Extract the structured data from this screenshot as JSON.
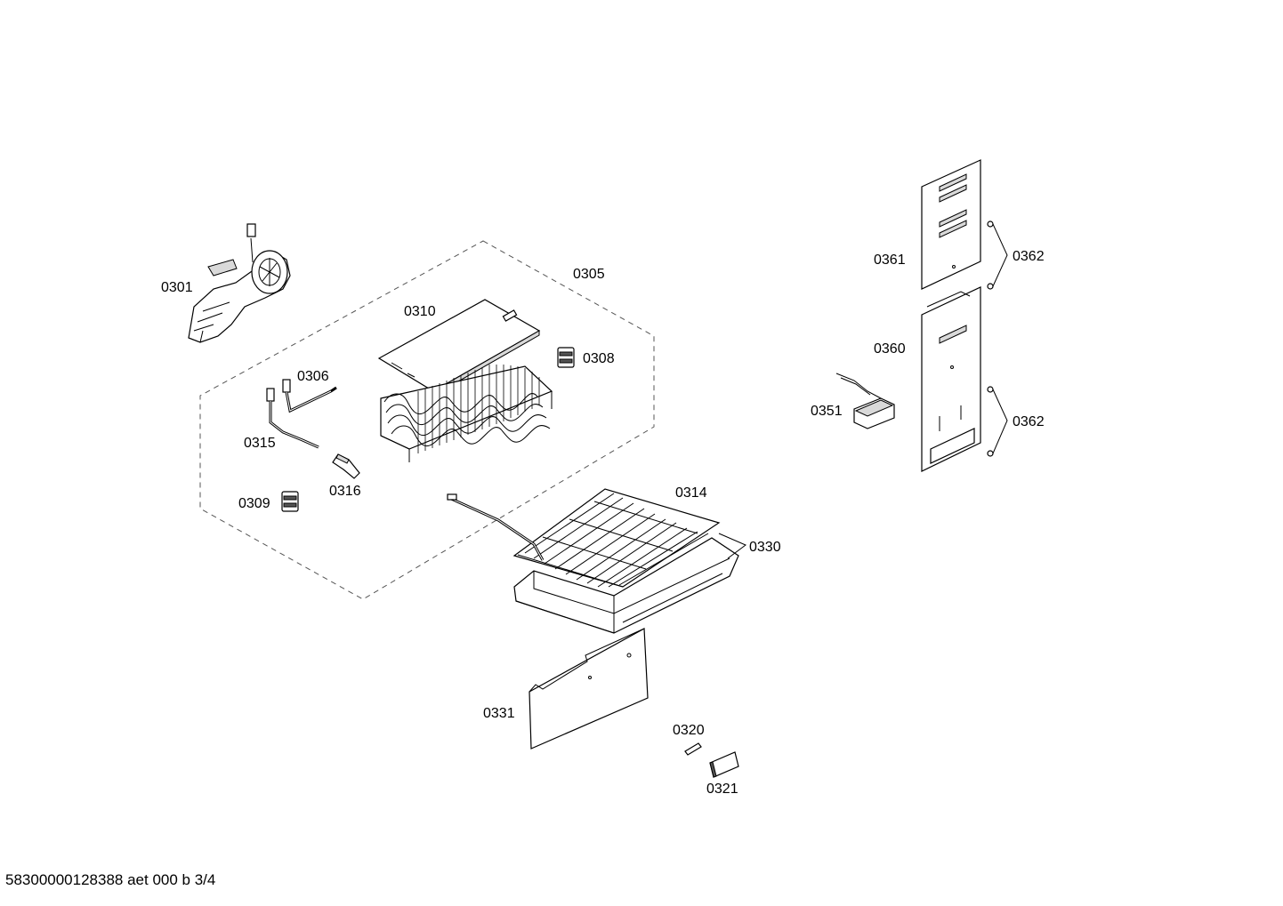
{
  "labels": {
    "l0301": "0301",
    "l0305": "0305",
    "l0306": "0306",
    "l0308": "0308",
    "l0309": "0309",
    "l0310": "0310",
    "l0314": "0314",
    "l0315": "0315",
    "l0316": "0316",
    "l0320": "0320",
    "l0321": "0321",
    "l0330": "0330",
    "l0331": "0331",
    "l0351": "0351",
    "l0360": "0360",
    "l0361": "0361",
    "l0362a": "0362",
    "l0362b": "0362"
  },
  "footer": {
    "doc_id": "58300000128388 aet 000 b 3/4"
  }
}
